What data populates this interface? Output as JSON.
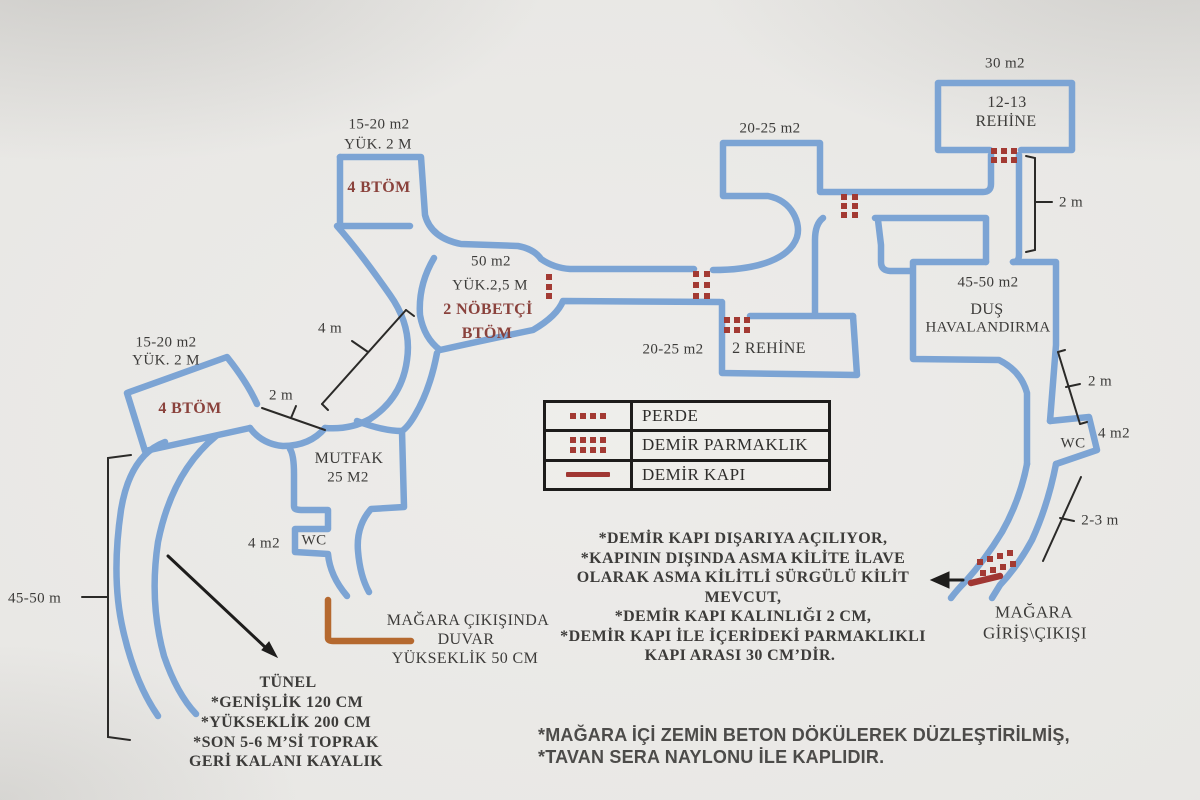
{
  "colors": {
    "cave_wall_blue": "#7ca4d4",
    "marker_red": "#a33a33",
    "door_red": "#a03733",
    "exit_wall_orange": "#b5692f",
    "btom_text_red": "#8a423c",
    "ink": "#3c3b39"
  },
  "rooms": {
    "hostage_room": {
      "area": "30 m2",
      "name_line1": "12-13",
      "name_line2": "REHİNE"
    },
    "top_middle_room": {
      "area": "20-25 m2"
    },
    "btom_upper": {
      "area": "15-20 m2",
      "height": "YÜK. 2 M",
      "name": "4 BTÖM"
    },
    "guard_room": {
      "area": "50 m2",
      "height": "YÜK.2,5 M",
      "name_line1": "2 NÖBETÇİ",
      "name_line2": "BTÖM"
    },
    "btom_west": {
      "area": "15-20 m2",
      "height": "YÜK. 2 M",
      "name": "4 BTÖM"
    },
    "hostage_room_2": {
      "area": "20-25 m2",
      "name": "2 REHİNE"
    },
    "shower_room": {
      "area": "45-50 m2",
      "name_line1": "DUŞ",
      "name_line2": "HAVALANDIRMA"
    },
    "kitchen": {
      "name_line1": "MUTFAK",
      "name_line2": "25 M2"
    },
    "wc_west": {
      "name": "WC",
      "area": "4 m2"
    },
    "wc_east": {
      "name": "WC",
      "area": "4 m2"
    }
  },
  "measurements": {
    "corridor_4m": "4 m",
    "west_passage_2m": "2 m",
    "hostage_corridor_2m": "2 m",
    "shower_corridor_2m": "2 m",
    "entrance_2_3m": "2-3 m",
    "tunnel_length": "45-50 m"
  },
  "legend": {
    "items": [
      {
        "symbol": "perde-dots",
        "label": "PERDE"
      },
      {
        "symbol": "demir-parmaklik-dots",
        "label": "DEMİR PARMAKLIK"
      },
      {
        "symbol": "demir-kapi-line",
        "label": "DEMİR KAPI"
      }
    ]
  },
  "entrance": {
    "line1": "MAĞARA",
    "line2": "GİRİŞ\\ÇIKIŞI"
  },
  "notes": {
    "door": [
      "*DEMİR KAPI DIŞARIYA AÇILIYOR,",
      "*KAPININ DIŞINDA ASMA KİLİTE İLAVE",
      "OLARAK ASMA KİLİTLİ SÜRGÜLÜ KİLİT",
      "MEVCUT,",
      "*DEMİR KAPI KALINLIĞI 2 CM,",
      "*DEMİR KAPI İLE İÇERİDEKİ PARMAKLIKLI",
      "KAPI ARASI 30 CM’DİR."
    ],
    "exit_wall": [
      "MAĞARA ÇIKIŞINDA",
      "DUVAR",
      "YÜKSEKLİK 50 CM"
    ],
    "tunnel": [
      "TÜNEL",
      "*GENİŞLİK 120 CM",
      "*YÜKSEKLİK 200 CM",
      "*SON 5-6 M’Sİ TOPRAK",
      "GERİ KALANI KAYALIK"
    ],
    "floor": [
      "*MAĞARA İÇİ ZEMİN BETON DÖKÜLEREK DÜZLEŞTİRİLMİŞ,",
      "*TAVAN SERA NAYLONU İLE KAPLIDIR."
    ]
  }
}
